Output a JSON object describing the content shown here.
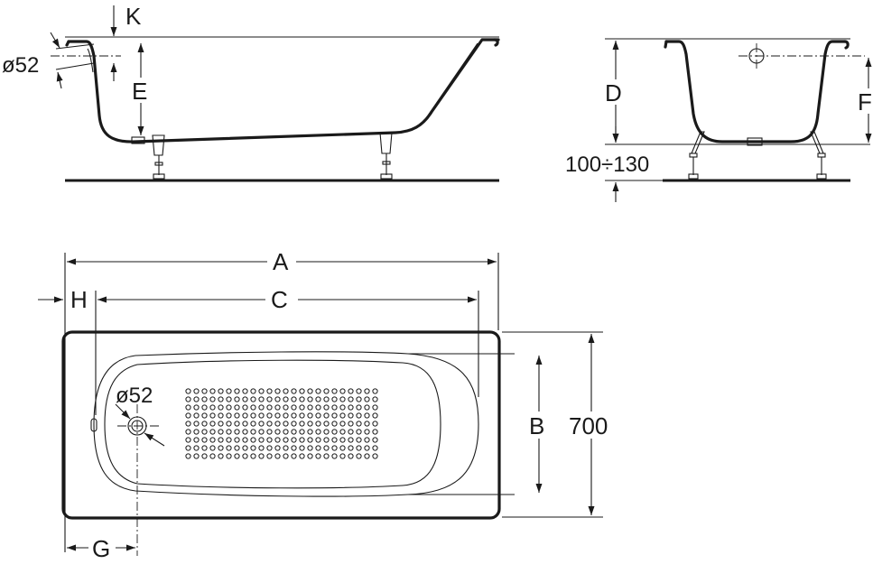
{
  "labels": {
    "k": "K",
    "e": "E",
    "d": "D",
    "f": "F",
    "a": "A",
    "c": "C",
    "h": "H",
    "b": "B",
    "g": "G",
    "dia_side": "ø52",
    "dia_plan": "ø52",
    "width_value": "700",
    "feet_range": "100÷130"
  },
  "colors": {
    "line": "#1a1a1a",
    "background": "#ffffff"
  }
}
